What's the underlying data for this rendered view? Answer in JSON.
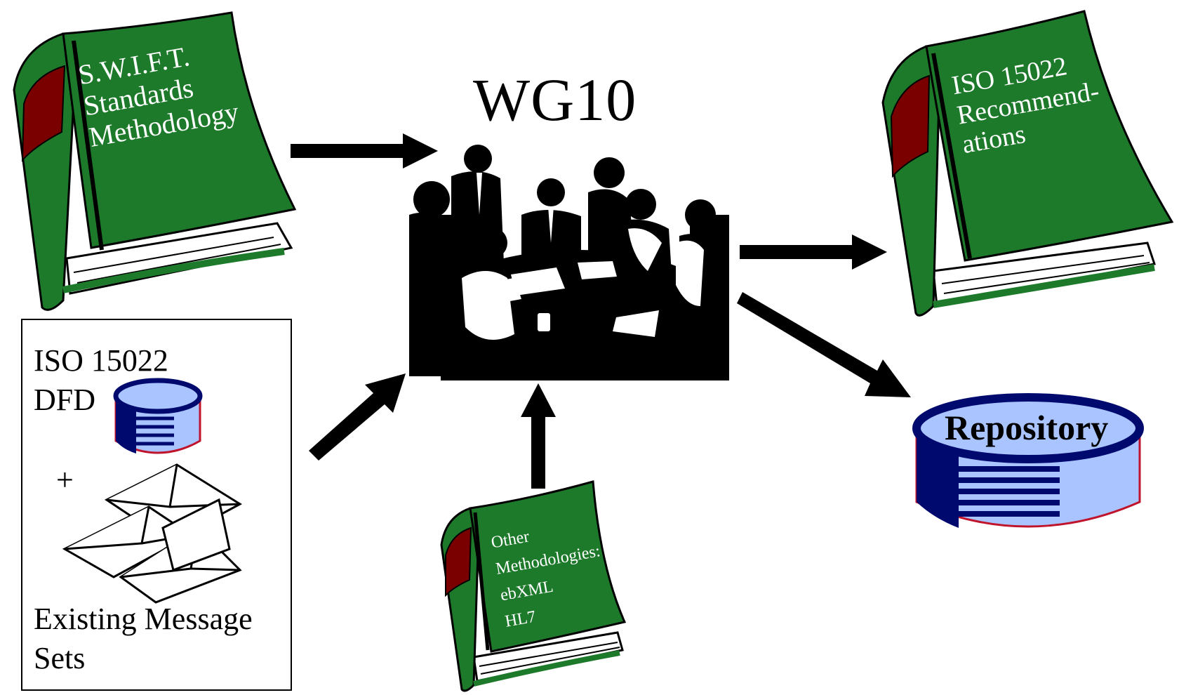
{
  "title": "WG10",
  "books": {
    "swift": {
      "lines": [
        "S.W.I.F.T.",
        "Standards",
        "Methodology"
      ]
    },
    "iso_recommendations": {
      "lines": [
        "ISO 15022",
        "Recommend-",
        "ations"
      ]
    },
    "other": {
      "lines": [
        "Other",
        "Methodologies:",
        "ebXML",
        "HL7"
      ]
    }
  },
  "input_box": {
    "dfd_line1": "ISO 15022",
    "dfd_line2": "DFD",
    "plus": "+",
    "sets_line1": "Existing Message",
    "sets_line2": "Sets"
  },
  "repository": {
    "label": "Repository"
  },
  "colors": {
    "book_green": "#1e7a2b",
    "book_spine_red": "#7a0000",
    "db_fill": "#a9c4ff",
    "db_dark": "#000a6e",
    "db_outline_red": "#c0142c"
  },
  "icons": [
    "book-icon",
    "meeting-people-image",
    "database-icon",
    "envelopes-icon",
    "arrow-icon"
  ]
}
